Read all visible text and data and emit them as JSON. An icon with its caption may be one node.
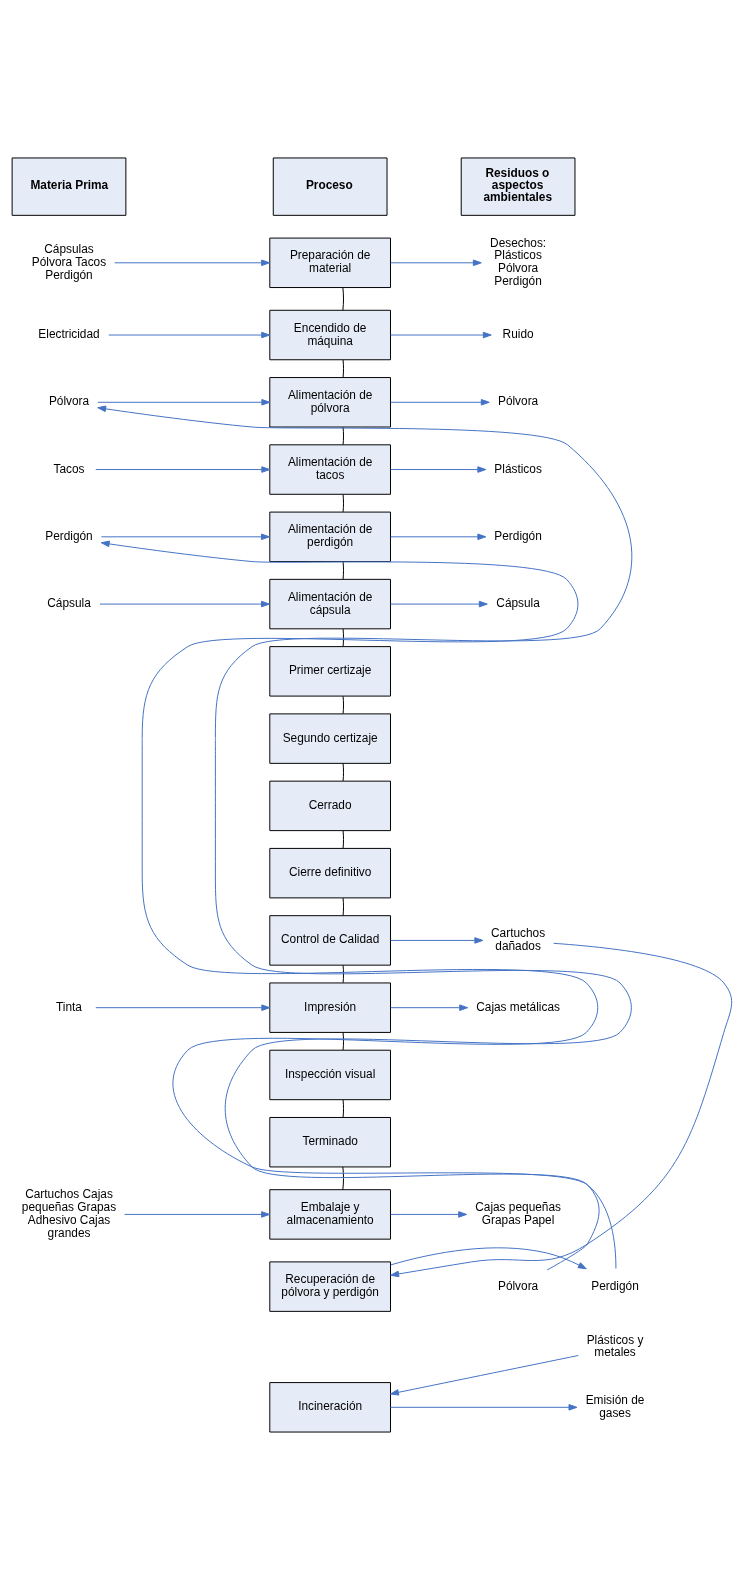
{
  "diagram": {
    "nodes": [
      {
        "text": [
          "Materia Prima"
        ]
      },
      {
        "text": [
          "Proceso"
        ]
      },
      {
        "text": [
          "Residuos o aspectos ambientales"
        ]
      },
      {
        "text": [
          "Cápsulas Pólvora Tacos Perdigón"
        ]
      },
      {
        "text": [
          "Preparación de material"
        ]
      },
      {
        "text": [
          "Desechos: Plásticos Pólvora Perdigón"
        ]
      },
      {
        "text": [
          "Electricidad"
        ]
      },
      {
        "text": [
          "Encendido de máquina"
        ]
      },
      {
        "text": [
          "Ruido"
        ]
      },
      {
        "text": [
          "Pólvora"
        ]
      },
      {
        "text": [
          "Alimentación de pólvora"
        ]
      },
      {
        "text": [
          "Pólvora"
        ]
      },
      {
        "text": [
          "Tacos"
        ]
      },
      {
        "text": [
          "Alimentación de tacos"
        ]
      },
      {
        "text": [
          "Plásticos"
        ]
      },
      {
        "text": [
          "Perdigón"
        ]
      },
      {
        "text": [
          "Alimentación de perdigón"
        ]
      },
      {
        "text": [
          "Perdigón"
        ]
      },
      {
        "text": [
          "Cápsula"
        ]
      },
      {
        "text": [
          "Alimentación de cápsula"
        ]
      },
      {
        "text": [
          "Cápsula"
        ]
      },
      {
        "text": [
          "Primer certizaje"
        ]
      },
      {
        "text": [
          "Segundo certizaje"
        ]
      },
      {
        "text": [
          "Cerrado"
        ]
      },
      {
        "text": [
          "Cierre definitivo"
        ]
      },
      {
        "text": [
          "Control de Calidad"
        ]
      },
      {
        "text": [
          "Cartuchos dañados"
        ]
      },
      {
        "text": [
          "Tinta"
        ]
      },
      {
        "text": [
          "Impresión"
        ]
      },
      {
        "text": [
          "Cajas metálicas"
        ]
      },
      {
        "text": [
          "Inspección visual"
        ]
      },
      {
        "text": [
          "Terminado"
        ]
      },
      {
        "text": [
          "Cartuchos Cajas pequeñas Grapas Adhesivo Cajas grandes"
        ]
      },
      {
        "text": [
          "Embalaje y almacenamiento"
        ]
      },
      {
        "text": [
          "Cajas pequeñas Grapas Papel"
        ]
      },
      {
        "text": [
          "Recuperación de pólvora y perdigón"
        ]
      },
      {
        "text": [
          "Pólvora"
        ]
      },
      {
        "text": [
          "Perdigón"
        ]
      },
      {
        "text": [
          "Plásticos y metales"
        ]
      },
      {
        "text": [
          "Incineración"
        ]
      },
      {
        "text": [
          "Emisión de gases"
        ]
      }
    ],
    "edges": [
      {
        "from": 3,
        "to": 4,
        "arrow": "to"
      },
      {
        "from": 4,
        "to": 5,
        "arrow": "to"
      },
      {
        "from": 4,
        "to": 7,
        "arrow": "none",
        "color": "#000000"
      },
      {
        "from": 6,
        "to": 7,
        "arrow": "to"
      },
      {
        "from": 7,
        "to": 8,
        "arrow": "to"
      },
      {
        "from": 7,
        "to": 10,
        "arrow": "none",
        "color": "#000000"
      },
      {
        "from": 9,
        "to": 10,
        "arrow": "to"
      },
      {
        "from": 10,
        "to": 11,
        "arrow": "to"
      },
      {
        "from": 10,
        "to": 13,
        "arrow": "none",
        "color": "#000000"
      },
      {
        "from": 12,
        "to": 13,
        "arrow": "to"
      },
      {
        "from": 13,
        "to": 14,
        "arrow": "to"
      },
      {
        "from": 13,
        "to": 16,
        "arrow": "none",
        "color": "#000000"
      },
      {
        "from": 15,
        "to": 16,
        "arrow": "to"
      },
      {
        "from": 16,
        "to": 17,
        "arrow": "to"
      },
      {
        "from": 16,
        "to": 19,
        "arrow": "none",
        "color": "#000000"
      },
      {
        "from": 18,
        "to": 19,
        "arrow": "to"
      },
      {
        "from": 19,
        "to": 20,
        "arrow": "to"
      },
      {
        "from": 19,
        "to": 21,
        "arrow": "none",
        "color": "#000000"
      },
      {
        "from": 21,
        "to": 22,
        "arrow": "none",
        "color": "#000000"
      },
      {
        "from": 22,
        "to": 23,
        "arrow": "none",
        "color": "#000000"
      },
      {
        "from": 23,
        "to": 24,
        "arrow": "none",
        "color": "#000000"
      },
      {
        "from": 24,
        "to": 25,
        "arrow": "none",
        "color": "#000000"
      },
      {
        "from": 25,
        "to": 26,
        "arrow": "to"
      },
      {
        "from": 25,
        "to": 28,
        "arrow": "none",
        "color": "#000000"
      },
      {
        "from": 27,
        "to": 28,
        "arrow": "to"
      },
      {
        "from": 28,
        "to": 29,
        "arrow": "to"
      },
      {
        "from": 28,
        "to": 30,
        "arrow": "none",
        "color": "#000000"
      },
      {
        "from": 30,
        "to": 31,
        "arrow": "none",
        "color": "#000000"
      },
      {
        "from": 31,
        "to": 33,
        "arrow": "none",
        "color": "#000000"
      },
      {
        "from": 32,
        "to": 33,
        "arrow": "to"
      },
      {
        "from": 33,
        "to": 34,
        "arrow": "to"
      },
      {
        "from": 26,
        "to": 35,
        "arrow": "to"
      },
      {
        "from": 35,
        "to": 37,
        "arrow": "to"
      },
      {
        "from": 36,
        "to": 9,
        "arrow": "to"
      },
      {
        "from": 37,
        "to": 15,
        "arrow": "to"
      },
      {
        "from": 38,
        "to": 39,
        "arrow": "to"
      },
      {
        "from": 39,
        "to": 40,
        "arrow": "to"
      }
    ]
  }
}
